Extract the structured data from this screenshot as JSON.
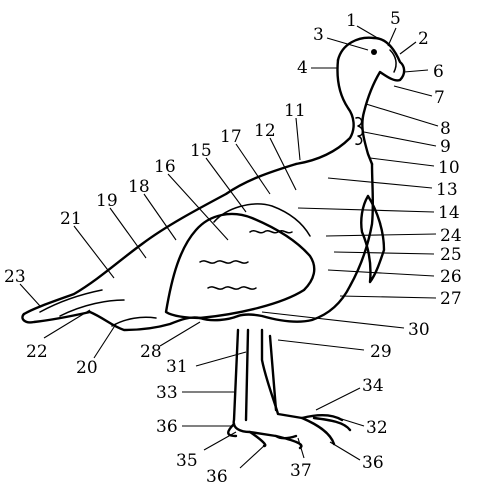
{
  "diagram": {
    "labels": [
      "1",
      "2",
      "3",
      "4",
      "5",
      "6",
      "7",
      "8",
      "9",
      "10",
      "11",
      "12",
      "13",
      "14",
      "15",
      "16",
      "17",
      "18",
      "19",
      "20",
      "21",
      "22",
      "23",
      "24",
      "25",
      "26",
      "27",
      "28",
      "29",
      "30",
      "31",
      "32",
      "33",
      "34",
      "35",
      "36",
      "36",
      "36",
      "37"
    ]
  }
}
